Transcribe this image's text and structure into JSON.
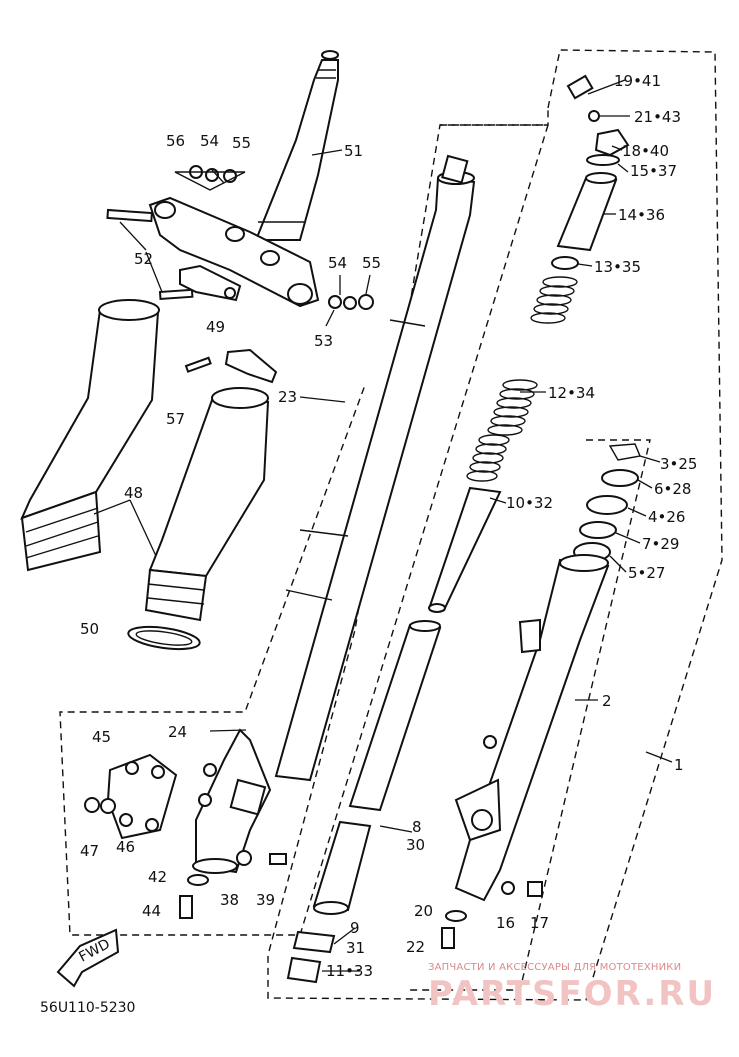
{
  "diagram_code": "56U110-5230",
  "fwd_label": "FWD",
  "watermark": {
    "line": "ЗАПЧАСТИ И АКСЕССУАРЫ ДЛЯ МОТОТЕХНИКИ",
    "logo": "PARTSFOR.RU"
  },
  "labels": {
    "p1": "1",
    "p2": "2",
    "p3_25": "3•25",
    "p4_26": "4•26",
    "p5_27": "5•27",
    "p6_28": "6•28",
    "p7_29": "7•29",
    "p8_30_a": "8",
    "p8_30_b": "30",
    "p9_31_a": "9",
    "p9_31_b": "31",
    "p10_32": "10•32",
    "p11_33": "11•33",
    "p12_34": "12•34",
    "p13_35": "13•35",
    "p14_36": "14•36",
    "p15_37": "15•37",
    "p16": "16",
    "p17": "17",
    "p18_40": "18•40",
    "p19_41": "19•41",
    "p20": "20",
    "p21_43": "21•43",
    "p22": "22",
    "p23": "23",
    "p24": "24",
    "p38": "38",
    "p39": "39",
    "p42": "42",
    "p44": "44",
    "p45": "45",
    "p46": "46",
    "p47": "47",
    "p48": "48",
    "p49": "49",
    "p50": "50",
    "p51": "51",
    "p52": "52",
    "p53": "53",
    "p54_a": "54",
    "p54_b": "54",
    "p55_a": "55",
    "p55_b": "55",
    "p56": "56",
    "p57": "57"
  }
}
